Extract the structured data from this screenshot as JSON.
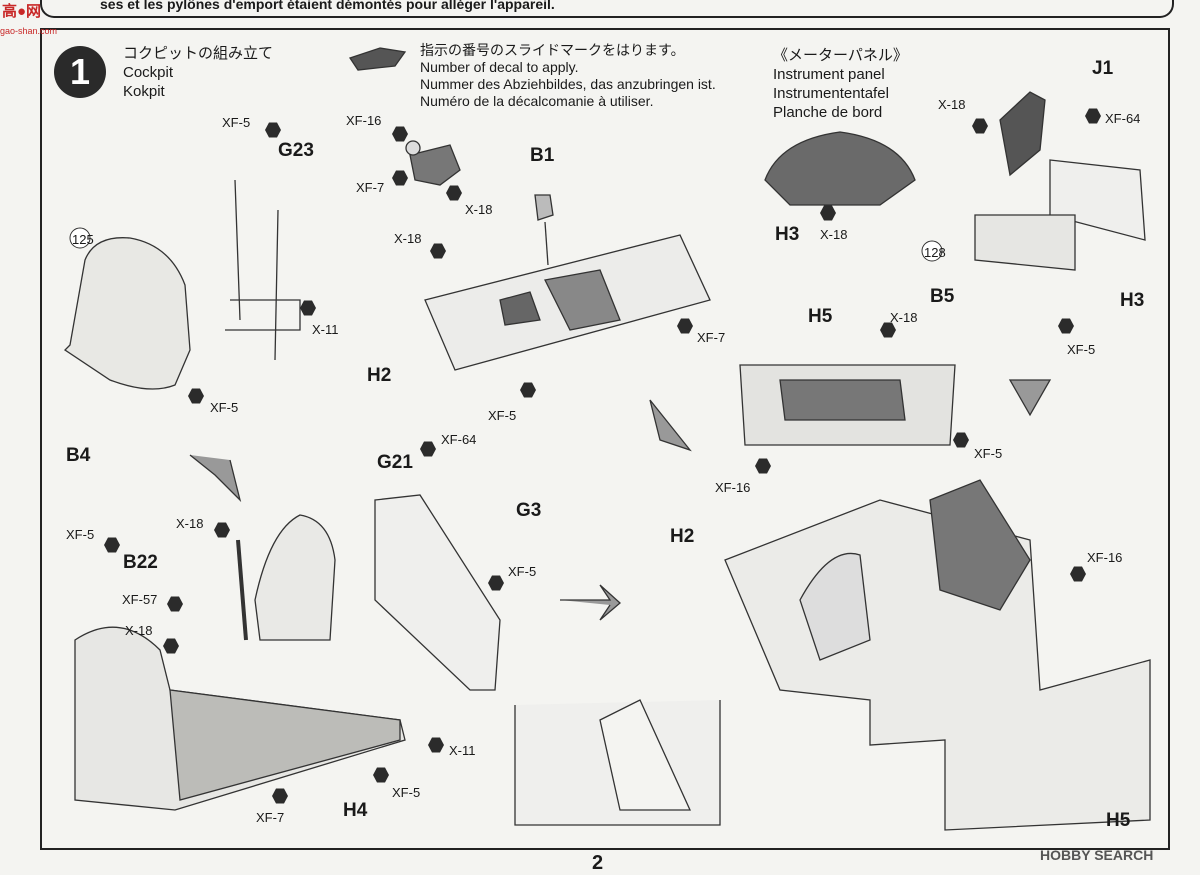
{
  "header": {
    "continued_text": "ses et les pylônes d'emport étaient démontés pour alléger l'appareil."
  },
  "step": {
    "number": "1",
    "title_jp": "コクピットの組み立て",
    "title_en": "Cockpit",
    "title_de": "Kokpit"
  },
  "decal_legend": {
    "jp": "指示の番号のスライドマークをはります。",
    "en": "Number of decal to apply.",
    "de": "Nummer des Abziehbildes, das anzubringen ist.",
    "fr": "Numéro de la décalcomanie à utiliser."
  },
  "panel_heading": {
    "jp": "《メーターパネル》",
    "en": "Instrument panel",
    "de": "Instrumententafel",
    "fr": "Planche de bord"
  },
  "part_labels": {
    "g23": "G23",
    "b1": "B1",
    "j1": "J1",
    "b4": "B4",
    "h2_top": "H2",
    "h3_mid": "H3",
    "b5": "B5",
    "h3_right": "H3",
    "h5_top": "H5",
    "g21": "G21",
    "g3": "G3",
    "b22": "B22",
    "h2_bottom": "H2",
    "h4": "H4",
    "h5_bottom": "H5"
  },
  "paint_codes": {
    "xf5_a": "XF-5",
    "xf16_a": "XF-16",
    "xf7_a": "XF-7",
    "x18_a": "X-18",
    "x11_a": "X-11",
    "x18_b": "X-18",
    "xf7_b": "XF-7",
    "xf5_b": "XF-5",
    "xf5_c": "XF-5",
    "x18_c": "X-18",
    "xf64_a": "XF-64",
    "x18_d": "X-18",
    "xf5_d": "XF-5",
    "x18_e": "X-18",
    "xf5_e": "XF-5",
    "xf16_b": "XF-16",
    "xf64_b": "XF-64",
    "xf5_f": "XF-5",
    "x18_f": "X-18",
    "xf5_g": "XF-5",
    "xf57": "XF-57",
    "x18_g": "X-18",
    "x11_b": "X-11",
    "xf5_h": "XF-5",
    "xf7_c": "XF-7",
    "xf16_c": "XF-16"
  },
  "decal_refs": {
    "seat_decal": "125",
    "panel_decal": "128"
  },
  "page_number": "2",
  "watermarks": {
    "left": "高●网",
    "left_sub": "gao-shan.com",
    "right": "HOBBY SEARCH"
  }
}
